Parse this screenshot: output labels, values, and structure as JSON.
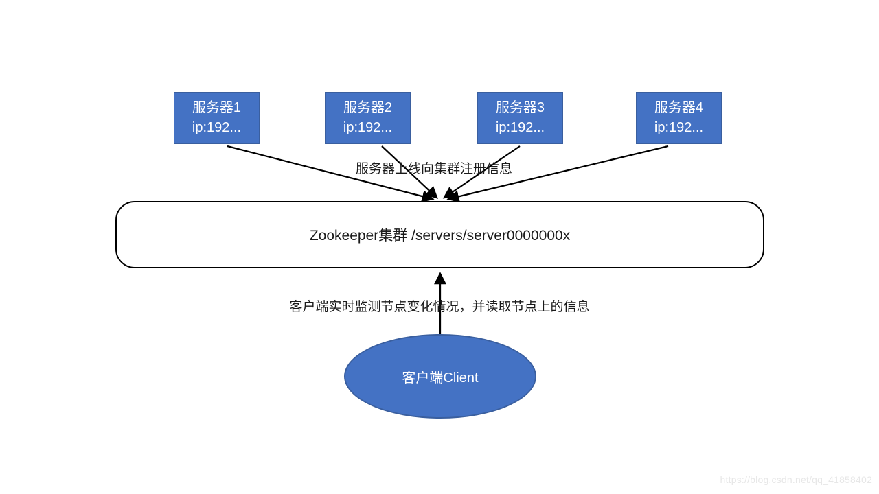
{
  "servers": [
    {
      "name": "服务器1",
      "ip": "ip:192..."
    },
    {
      "name": "服务器2",
      "ip": "ip:192..."
    },
    {
      "name": "服务器3",
      "ip": "ip:192..."
    },
    {
      "name": "服务器4",
      "ip": "ip:192..."
    }
  ],
  "labels": {
    "register": "服务器上线向集群注册信息",
    "watch": "客户端实时监测节点变化情况，并读取节点上的信息"
  },
  "cluster": {
    "label": "Zookeeper集群 /servers/server0000000x"
  },
  "client": {
    "label": "客户端Client"
  },
  "watermark": "https://blog.csdn.net/qq_41858402",
  "colors": {
    "node_fill": "#4472C4",
    "node_border": "#3A5F9F",
    "node_text": "#FFFFFF",
    "arrow": "#000000"
  }
}
